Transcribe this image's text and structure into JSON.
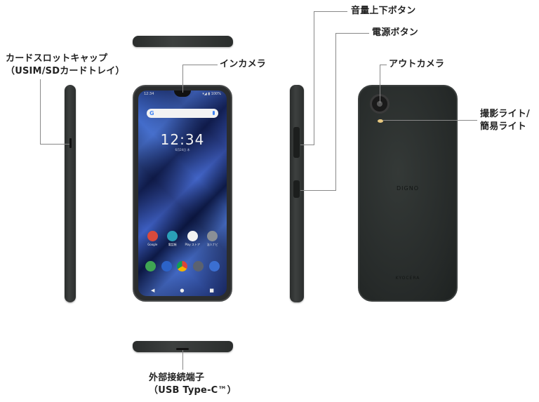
{
  "figure": {
    "title": "",
    "views": [
      "top-edge",
      "left-side",
      "front",
      "right-side",
      "back",
      "bottom-edge"
    ]
  },
  "callouts": {
    "card_slot": {
      "line1": "カードスロットキャップ",
      "line2": "（USIM/SDカードトレイ）"
    },
    "in_camera": "インカメラ",
    "volume": "音量上下ボタン",
    "power": "電源ボタン",
    "out_camera": "アウトカメラ",
    "light": {
      "line1": "撮影ライト/",
      "line2": "簡易ライト"
    },
    "usb": {
      "line1": "外部接続端子",
      "line2": "（USB Type-C™）"
    }
  },
  "front_screen": {
    "status_time": "12:34",
    "status_right": "▾◢ ▮ 100%",
    "search_g": "G",
    "clock": "12:34",
    "date": "6月24日 木",
    "apps": [
      {
        "label": "Google",
        "color": "#d94a3c"
      },
      {
        "label": "電話帳",
        "color": "#2a9fb8"
      },
      {
        "label": "Play ストア",
        "color": "#f2f2f2"
      },
      {
        "label": "法人ナビ",
        "color": "#8a8f96"
      }
    ],
    "dock": [
      {
        "name": "phone",
        "color": "#3fa653"
      },
      {
        "name": "messages",
        "color": "#2c63c9"
      },
      {
        "name": "chrome",
        "color": "#e0b23a"
      },
      {
        "name": "camera",
        "color": "#5b6270"
      },
      {
        "name": "settings",
        "color": "#3b6fd1"
      }
    ],
    "nav": {
      "back": "◀",
      "home": "●",
      "recent": "■"
    }
  },
  "back": {
    "brand": "DIGNO",
    "maker": "KYOCERA"
  }
}
